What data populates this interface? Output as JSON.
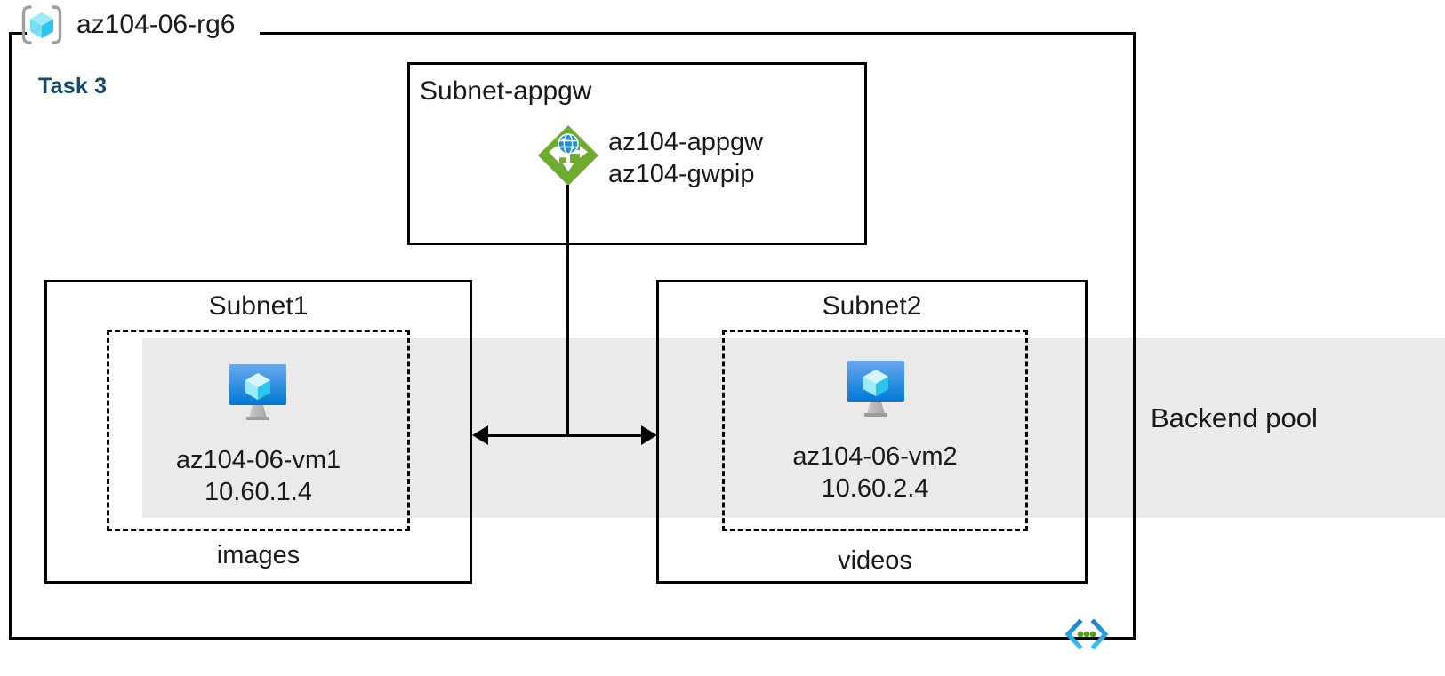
{
  "diagram": {
    "resource_group": {
      "name": "az104-06-rg6",
      "icon": "resource-group-cube-icon",
      "task_label": "Task 3",
      "task_label_color": "#12496F",
      "border_color": "#000000"
    },
    "backend_pool": {
      "label": "Backend pool",
      "band_color": "#EAEAEA"
    },
    "subnets": [
      {
        "id": "subnet-appgw",
        "title": "Subnet-appgw",
        "title_align": "left",
        "resources": [
          {
            "icon": "application-gateway-icon",
            "icon_color": "#6FAB2F",
            "names": [
              "az104-appgw",
              "az104-gwpip"
            ]
          }
        ]
      },
      {
        "id": "subnet1",
        "title": "Subnet1",
        "title_align": "center",
        "footer": "images",
        "vm": {
          "icon": "virtual-machine-icon",
          "name": "az104-06-vm1",
          "ip": "10.60.1.4"
        }
      },
      {
        "id": "subnet2",
        "title": "Subnet2",
        "title_align": "center",
        "footer": "videos",
        "vm": {
          "icon": "virtual-machine-icon",
          "name": "az104-06-vm2",
          "ip": "10.60.2.4"
        }
      }
    ],
    "connectors": [
      {
        "id": "appgw-to-subnets",
        "type": "bidirectional-arrow",
        "from": "subnet1",
        "to": "subnet2",
        "via": "az104-appgw"
      }
    ],
    "badge": {
      "icon": "code-brackets-icon",
      "bracket_color": "#1B8FE0",
      "dot_color": "#5A9E20"
    }
  }
}
